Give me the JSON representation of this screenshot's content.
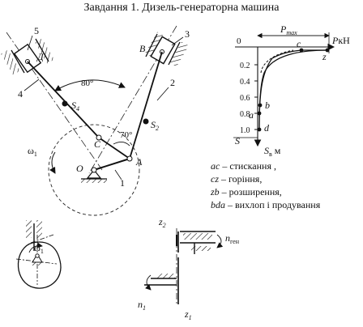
{
  "title": "Завдання 1. Дизель-генераторна машина",
  "mechanism": {
    "labels": {
      "slider_left_num": "5",
      "slider_left_letter": "Д",
      "slider_right_num": "3",
      "slider_right_letter": "B",
      "angle_between": "80°",
      "link_4": "4",
      "link_2": "2",
      "link_1": "1",
      "s4": "S",
      "s4_sub": "4",
      "s2": "S",
      "s2_sub": "2",
      "angle_70": "70°",
      "c": "C",
      "a": "A",
      "o": "O",
      "omega": "ω",
      "omega_sub": "1"
    }
  },
  "indicator_diagram": {
    "zero": "0",
    "pmax": "P",
    "pmax_sub": "max",
    "p_axis": "P",
    "p_unit": "кН",
    "s_axis": "S",
    "s_sub": "в",
    "s_unit": "м",
    "s_label": "S",
    "y_ticks": [
      "0.2",
      "0.4",
      "0.6",
      "0.8",
      "1.0"
    ],
    "points": {
      "c": "c",
      "z": "z",
      "b": "b",
      "a": "a",
      "d": "d"
    }
  },
  "legend": [
    {
      "key": "ac",
      "text": " – стискання ,"
    },
    {
      "key": "cz",
      "text": " – горіння,"
    },
    {
      "key": "zb",
      "text": " – розширення,"
    },
    {
      "key": "bda",
      "text": " – вихлоп і продування"
    }
  ],
  "cam": {
    "omega": "ω",
    "omega_sub": "1"
  },
  "gears": {
    "z2": "z",
    "z2_sub": "2",
    "z1": "z",
    "z1_sub": "1",
    "n_gen": "n",
    "n_gen_sub": "ген",
    "n1": "n",
    "n1_sub": "1"
  }
}
